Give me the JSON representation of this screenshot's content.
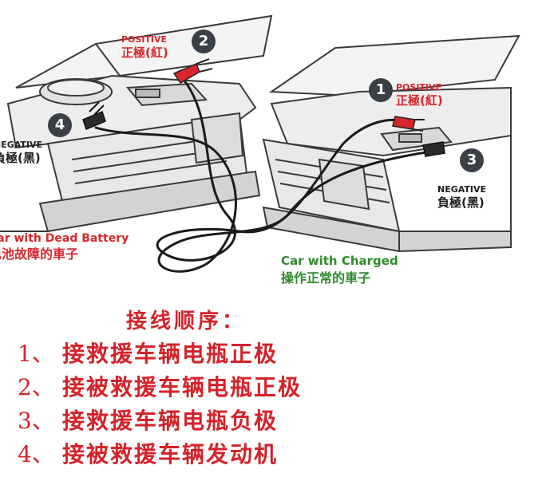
{
  "markers": [
    {
      "n": "1",
      "label_en": "POSITIVE",
      "label_zh": "正極(紅)"
    },
    {
      "n": "2",
      "label_en": "POSITIVE",
      "label_zh": "正極(紅)"
    },
    {
      "n": "3",
      "label_en": "NEGATIVE",
      "label_zh": "負極(黑)"
    },
    {
      "n": "4",
      "label_en": "NEGATIVE",
      "label_zh": "負極(黑)"
    }
  ],
  "dead_car": {
    "label_en": "Car with Dead Battery",
    "label_zh": "电池故障的車子"
  },
  "charged_car": {
    "label_en": "Car with Charged",
    "label_zh": "操作正常的車子"
  },
  "instructions": {
    "title": "接线顺序：",
    "steps": [
      {
        "num": "1、",
        "text": "接救援车辆电瓶正极"
      },
      {
        "num": "2、",
        "text": "接被救援车辆电瓶正极"
      },
      {
        "num": "3、",
        "text": "接救援车辆电瓶负极"
      },
      {
        "num": "4、",
        "text": "接被救援车辆发动机"
      }
    ]
  },
  "colors": {
    "cable": "#1a1a1a",
    "clamp_red": "#d8262c",
    "label_red": "#d8262c",
    "label_green": "#2f8a2c",
    "marker_bg": "#3b3f46"
  }
}
